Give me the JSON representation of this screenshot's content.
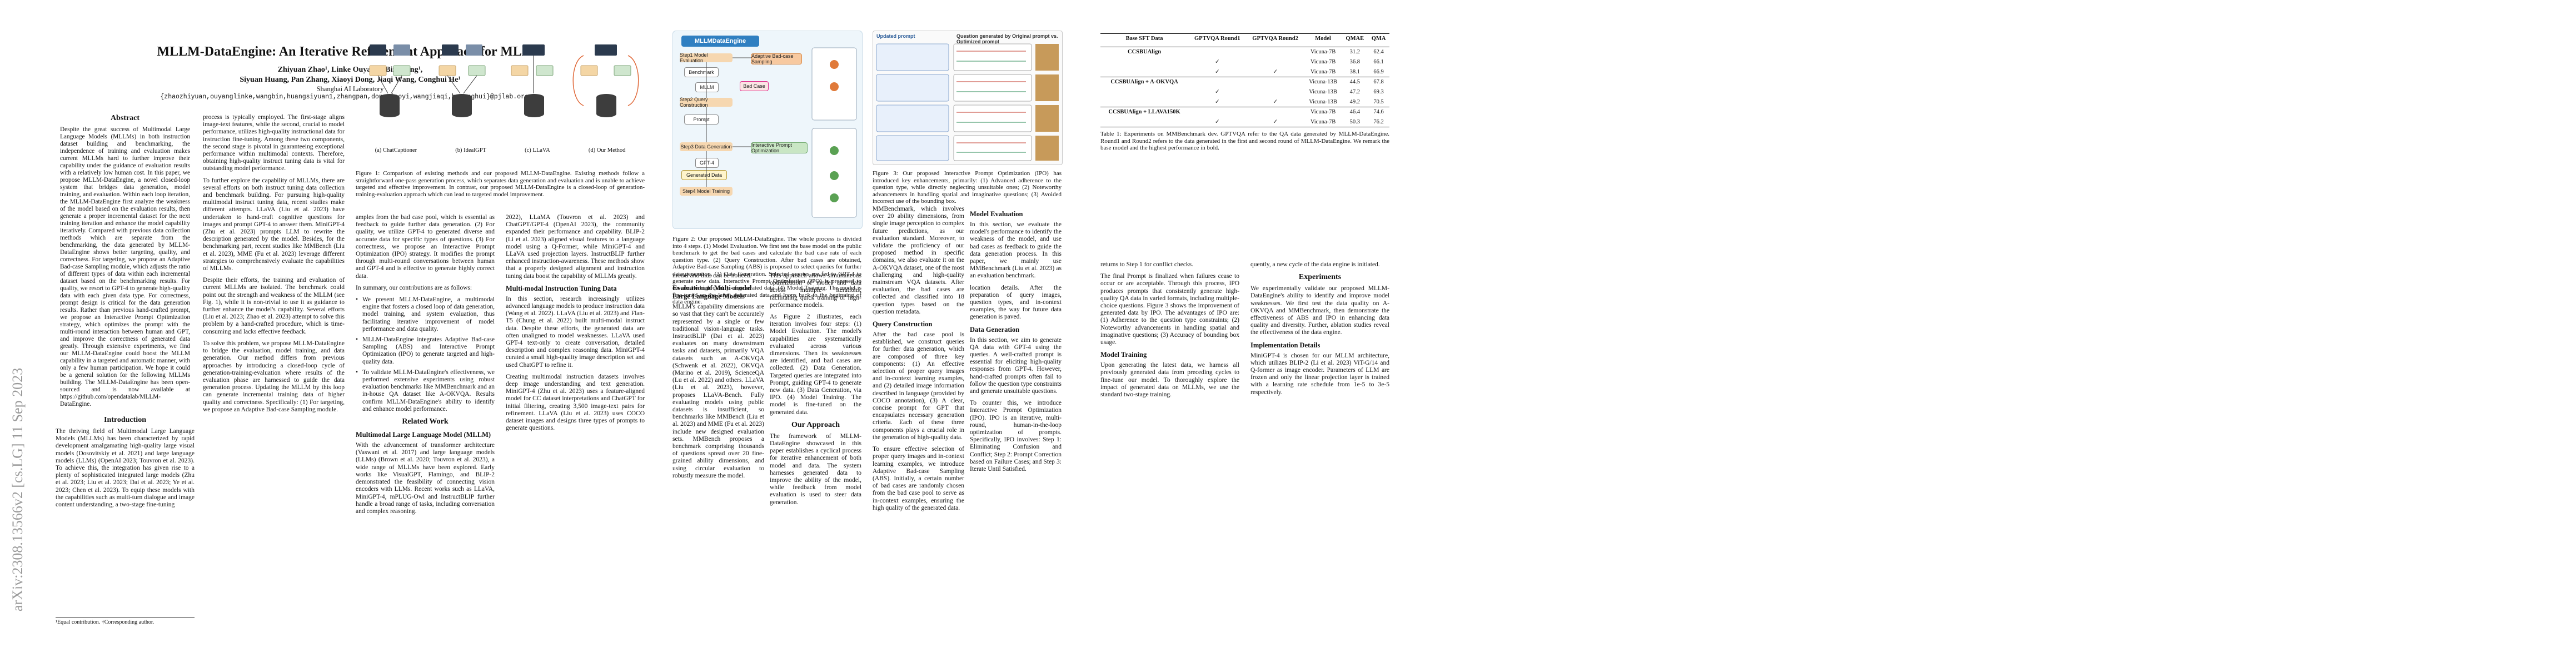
{
  "arxiv_stamp": "arXiv:2308.13566v2  [cs.LG]  11 Sep 2023",
  "page1": {
    "title": "MLLM-DataEngine: An Iterative Refinement Approach for MLLM",
    "authors_line1": "Zhiyuan Zhao¹, Linke Ouyang¹, Bin Wang¹,",
    "authors_line2": "Siyuan Huang, Pan Zhang, Xiaoyi Dong, Jiaqi Wang, Conghui He¹",
    "affiliation": "Shanghai AI Laboratory",
    "emails": "{zhaozhiyuan,ouyanglinke,wangbin,huangsiyuan1,zhangpan,dongxiaoyi,wangjiaqi,heconghui}@pjlab.org.cn",
    "abstract_heading": "Abstract",
    "abstract": "Despite the great success of Multimodal Large Language Models (MLLMs) in both instruction dataset building and benchmarking, the independence of training and evaluation makes current MLLMs hard to further improve their capability under the guidance of evaluation results with a relatively low human cost. In this paper, we propose MLLM-DataEngine, a novel closed-loop system that bridges data generation, model training, and evaluation. Within each loop iteration, the MLLM-DataEngine first analyze the weakness of the model based on the evaluation results, then generate a proper incremental dataset for the next training iteration and enhance the model capability iteratively. Compared with previous data collection methods which are separate from the benchmarking, the data generated by MLLM-DataEngine shows better targeting, quality, and correctness. For targeting, we propose an Adaptive Bad-case Sampling module, which adjusts the ratio of different types of data within each incremental dataset based on the benchmarking results. For quality, we resort to GPT-4 to generate high-quality data with each given data type. For correctness, prompt design is critical for the data generation results. Rather than previous hand-crafted prompt, we propose an Interactive Prompt Optimization strategy, which optimizes the prompt with the multi-round interaction between human and GPT, and improve the correctness of generated data greatly. Through extensive experiments, we find our MLLM-DataEngine could boost the MLLM capability in a targeted and automatic manner, with only a few human participation. We hope it could be a general solution for the following MLLMs building. The MLLM-DataEngine has been open-sourced and is now available at https://github.com/opendatalab/MLLM-DataEngine.",
    "intro_heading": "Introduction",
    "intro": "The thriving field of Multimodal Large Language Models (MLLMs) has been characterized by rapid development amalgamating high-quality large visual models (Dosovitskiy et al. 2021) and large language models (LLMs) (OpenAI 2023; Touvron et al. 2023). To achieve this, the integration has given rise to a plenty of sophisticated integrated large models (Zhu et al. 2023; Liu et al. 2023; Dai et al. 2023; Ye et al. 2023; Chen et al. 2023). To equip these models with the capabilities such as multi-turn dialogue and image content understanding, a two-stage fine-tuning",
    "footnote": "¹Equal contribution. †Corresponding author.",
    "col2_p1": "process is typically employed. The first-stage aligns image-text features, while the second, crucial to model performance, utilizes high-quality instructional data for instruction fine-tuning. Among these two components, the second stage is pivotal in guaranteeing exceptional performance within multimodal contexts. Therefore, obtaining high-quality instruct tuning data is vital for outstanding model performance.",
    "col2_p2": "To further explore the capability of MLLMs, there are several efforts on both instruct tuning data collection and benchmark building. For pursuing high-quality multimodal instruct tuning data, recent studies make different attempts. LLaVA (Liu et al. 2023) have undertaken to hand-craft cognitive questions for images and prompt GPT-4 to answer them. MiniGPT-4 (Zhu et al. 2023) prompts LLM to rewrite the description generated by the model. Besides, for the benchmarking part, recent studies like MMBench (Liu et al. 2023), MME (Fu et al. 2023) leverage different strategies to comprehensively evaluate the capabilities of MLLMs.",
    "col2_p3": "Despite their efforts, the training and evaluation of current MLLMs are isolated. The benchmark could point out the strength and weakness of the MLLM (see Fig. 1), while it is non-trivial to use it as guidance to further enhance the model's capability. Several efforts (Liu et al. 2023; Zhao et al. 2023) attempt to solve this problem by a hand-crafted procedure, which is time-consuming and lacks effective feedback.",
    "col2_p4": "To solve this problem, we propose MLLM-DataEngine to bridge the evaluation, model training, and data generation. Our method differs from previous approaches by introducing a closed-loop cycle of generation-training-evaluation where results of the evaluation phase are harnessed to guide the data generation process. Updating the MLLM by this loop can generate incremental training data of higher quality and correctness. Specifically: (1) For targeting, we propose an Adaptive Bad-case Sampling module.",
    "fig1_caption": "Figure 1: Comparison of existing methods and our proposed MLLM-DataEngine. Existing methods follow a straightforward one-pass generation process, which separates data generation and evaluation and is unable to achieve targeted and effective improvement. In contrast, our proposed MLLM-DataEngine is a closed-loop of generation-training-evaluation approach which can lead to targeted model improvement.",
    "fig1_sub": [
      "(a) ChatCaptioner",
      "(b) IdealGPT",
      "(c) LLaVA",
      "(d) Our Method"
    ],
    "col3_p1": "amples from the bad case pool, which is essential as feedback to guide further data generation. (2) For quality, we utilize GPT-4 to generated diverse and accurate data for specific types of questions. (3) For correctness, we propose an Interactive Prompt Optimization (IPO) strategy. It modifies the prompt through multi-round conversations between human and GPT-4 and is effective to generate highly correct data.",
    "col3_p2": "In summary, our contributions are as follows:",
    "col3_bullets": [
      "We present MLLM-DataEngine, a multimodal engine that fosters a closed loop of data generation, model training, and system evaluation, thus facilitating iterative improvement of model performance and data quality.",
      "MLLM-DataEngine integrates Adaptive Bad-case Sampling (ABS) and Interactive Prompt Optimization (IPO) to generate targeted and high-quality data.",
      "To validate MLLM-DataEngine's effectiveness, we performed extensive experiments using robust evaluation benchmarks like MMBenchmark and an in-house QA dataset like A-OKVQA. Results confirm MLLM-DataEngine's ability to identify and enhance model performance."
    ],
    "col3_related": "Related Work",
    "col3_sub1": "Multimodal Large Language Model (MLLM)",
    "col3_p3": "With the advancement of transformer architecture (Vaswani et al. 2017) and large language models (LLMs) (Brown et al. 2020; Touvron et al. 2023), a wide range of MLLMs have been explored. Early works like VisualGPT, Flamingo, and BLIP-2 demonstrated the feasibility of connecting vision encoders with LLMs. Recent works such as LLaVA, MiniGPT-4, mPLUG-Owl and InstructBLIP further handle a broad range of tasks, including conversation and complex reasoning."
  },
  "page2": {
    "col1_p1": "2022), LLaMA (Touvron et al. 2023) and ChatGPT/GPT-4 (OpenAI 2023), the community expanded their performance and capability. BLIP-2 (Li et al. 2023) aligned visual features to a language model using a Q-Former, while MiniGPT-4 and LLaVA used projection layers. InstructBLIP further enhanced instruction-awareness. These methods show that a properly designed alignment and instruction tuning data boost the capability of MLLMs greatly.",
    "col1_sub": "Multi-modal Instruction Tuning Data",
    "col1_p2": "In this section, research increasingly utilizes advanced language models to produce instruction data (Wang et al. 2022). LLaVA (Liu et al. 2023) and Flan-T5 (Chung et al. 2022) built multi-modal instruct data. Despite these efforts, the generated data are often unaligned to model weaknesses. LLaVA used GPT-4 text-only to create conversation, detailed description and complex reasoning data. MiniGPT-4 curated a small high-quality image description set and used ChatGPT to refine it.",
    "col1_p3": "Creating multimodal instruction datasets involves deep image understanding and text generation. MiniGPT-4 (Zhu et al. 2023) uses a feature-aligned model for CC dataset interpretations and ChatGPT for initial filtering, creating 3,500 image-text pairs for refinement. LLaVA (Liu et al. 2023) uses COCO dataset images and designs three types of prompts to generate questions.",
    "col2_p1": "model and thus can be noticed.",
    "col2_sub": "Evaluation of Multi-modal Large Language Models",
    "col2_p2": "MLLM's capability dimensions are so vast that they can't be accurately represented by a single or few traditional vision-language tasks. InstructBLIP (Dai et al. 2023) evaluates on many downstream tasks and datasets, primarily VQA datasets such as A-OKVQA (Schwenk et al. 2022), OKVQA (Marino et al. 2019), ScienceQA (Lu et al. 2022) and others. LLaVA (Liu et al. 2023), however, proposes LLaVA-Bench. Fully evaluating models using public datasets is insufficient, so benchmarks like MMBench (Liu et al. 2023) and MME (Fu et al. 2023) include new designed evaluation sets. MMBench proposes a benchmark comprising thousands of questions spread over 20 fine-grained ability dimensions, and using circular evaluation to robustly measure the model.",
    "col3_p1": "This approach allows simultaneous optimization of model and data across multiple iterations, facilitating quick training of high-performance models.",
    "col3_p2": "As Figure 2 illustrates, each iteration involves four steps: (1) Model Evaluation. The model's capabilities are systematically evaluated across various dimensions. Then its weaknesses are identified, and bad cases are collected. (2) Data Generation. Targeted queries are integrated into Prompt, guiding GPT-4 to generate new data. (3) Data Generation, via IPO. (4) Model Training. The model is fine-tuned on the generated data.",
    "col3_sub": "Our Approach",
    "col3_p3": "The framework of MLLM-DataEngine showcased in this paper establishes a cyclical process for iterative enhancement of both model and data. The system harnesses generated data to improve the ability of the model, while feedback from model evaluation is used to steer data generation."
  },
  "fig2_caption": "Figure 2: Our proposed MLLM-DataEngine. The whole process is divided into 4 steps. (1) Model Evaluation. We first test the base model on the public benchmark to get the bad cases and calculate the bad case rate of each question type. (2) Query Construction. After bad cases are obtained, Adaptive Bad-case Sampling (ABS) is proposed to select queries for further data generation. (3) Data Generation. Selected queries are fed to GPT-4 to generate new data. Interactive Prompt Optimization (IPO) is proposed to ensure the high quality of generated data. (4) Model Training. The model is fine-tuned on the latest generated data and loops back to the beginning of data engine.",
  "fig2": {
    "title": "MLLMDataEngine",
    "labels": [
      "Step1 Model Evaluation",
      "Step2 Query Construction",
      "Step3 Data Generation",
      "Step4 Model Training",
      "Adaptive Bad-case Sampling",
      "Interactive Prompt Optimization",
      "Bad Case",
      "Benchmark",
      "MLLM",
      "GPT-4",
      "Prompt",
      "Generated Data"
    ]
  },
  "fig3": {
    "heading_left": "Updated prompt",
    "heading_mid": "Question generated by Original prompt vs. Optimized prompt",
    "caption": "Figure 3: Our proposed Interactive Prompt Optimization (IPO) has introduced key enhancements, primarily: (1) Advanced adherence to the question type, while directly neglecting unsuitable ones; (2) Noteworthy advancements in handling spatial and imaginative questions; (3) Avoided incorrect use of the bounding box."
  },
  "page3": {
    "col1_p1": "MMBenchmark, which involves over 20 ability dimensions, from single image perception to complex future predictions, as our evaluation standard. Moreover, to validate the proficiency of our proposed method in specific domains, we also evaluate it on the A-OKVQA dataset, one of the most challenging and high-quality mainstream VQA datasets. After evaluation, the bad cases are collected and classified into 18 question types based on the question metadata.",
    "col1_sub": "Query Construction",
    "col1_p2": "After the bad case pool is established, we construct queries for further data generation, which are composed of three key components: (1) An effective selection of proper query images and in-context learning examples, and (2) detailed image information described in language (provided by COCO annotation), (3) A clear, concise prompt for GPT that encapsulates necessary generation criteria. Each of these three components plays a crucial role in the generation of high-quality data.",
    "col1_p3": "To ensure effective selection of proper query images and in-context learning examples, we introduce Adaptive Bad-case Sampling (ABS). Initially, a certain number of bad cases are randomly chosen from the bad case pool to serve as in-context examples, ensuring the high quality of the generated data.",
    "col2_sub": "Model Evaluation",
    "col2_p1": "In this section, we evaluate the model's performance to identify the weakness of the model, and use bad cases as feedback to guide the data generation process. In this paper, we mainly use MMBenchmark (Liu et al. 2023) as an evaluation benchmark.",
    "col3_p1": "location details. After the preparation of query images, question types, and in-context examples, the way for future data generation is paved.",
    "col3_sub": "Data Generation",
    "col3_p2": "In this section, we aim to generate QA data with GPT-4 using the queries. A well-crafted prompt is essential for eliciting high-quality responses from GPT-4. However, hand-crafted prompts often fail to follow the question type constraints and generate unsuitable questions.",
    "col3_p3": "To counter this, we introduce Interactive Prompt Optimization (IPO). IPO is an iterative, multi-round, human-in-the-loop optimization of prompts. Specifically, IPO involves: Step 1: Eliminating Confusion and Conflict; Step 2: Prompt Correction based on Failure Cases; and Step 3: Iterate Until Satisfied."
  },
  "table1": {
    "headers": [
      "Base SFT Data",
      "GPTVQA Round1",
      "GPTVQA Round2",
      "Model",
      "QMAE",
      "QMA"
    ],
    "rows": [
      [
        "CCSBUAlign",
        "",
        "",
        "Vicuna-7B",
        "31.2",
        "62.4"
      ],
      [
        "",
        "✓",
        "",
        "Vicuna-7B",
        "36.8",
        "66.1"
      ],
      [
        "",
        "✓",
        "✓",
        "Vicuna-7B",
        "38.1",
        "66.9"
      ],
      [
        "CCSBUAlign + A-OKVQA",
        "",
        "",
        "Vicuna-13B",
        "44.5",
        "67.8"
      ],
      [
        "",
        "✓",
        "",
        "Vicuna-13B",
        "47.2",
        "69.3"
      ],
      [
        "",
        "✓",
        "✓",
        "Vicuna-13B",
        "49.2",
        "70.5"
      ],
      [
        "CCSBUAlign + LLAVA150K",
        "",
        "",
        "Vicuna-7B",
        "46.4",
        "74.6"
      ],
      [
        "",
        "✓",
        "✓",
        "Vicuna-7B",
        "50.3",
        "76.2"
      ]
    ],
    "caption": "Table 1: Experiments on MMBenchmark dev. GPTVQA refer to the QA data generated by MLLM-DataEngine. Round1 and Round2 refers to the data generated in the first and second round of MLLM-DataEngine. We remark the base model and the highest performance in bold."
  },
  "page4": {
    "col1_p1": "returns to Step 1 for conflict checks.",
    "col1_p2": "The final Prompt is finalized when failures cease to occur or are acceptable. Through this process, IPO produces prompts that consistently generate high-quality QA data in varied formats, including multiple-choice questions. Figure 3 shows the improvement of generated data by IPO. The advantages of IPO are: (1) Adherence to the question type constraints; (2) Noteworthy advancements in handling spatial and imaginative questions; (3) Accuracy of bounding box usage.",
    "col1_sub": "Model Training",
    "col1_p3": "Upon generating the latest data, we harness all previously generated data from preceding cycles to fine-tune our model. To thoroughly explore the impact of generated data on MLLMs, we use the standard two-stage training.",
    "col2_p1": "quently, a new cycle of the data engine is initiated.",
    "col2_sec": "Experiments",
    "col2_p2": "We experimentally validate our proposed MLLM-DataEngine's ability to identify and improve model weaknesses. We first test the data quality on A-OKVQA and MMBenchmark, then demonstrate the effectiveness of ABS and IPO in enhancing data quality and diversity. Further, ablation studies reveal the effectiveness of the data engine.",
    "col2_sub": "Implementation Details",
    "col2_p3": "MiniGPT-4 is chosen for our MLLM architecture, which utilizes BLIP-2 (Li et al. 2023) ViT-G/14 and Q-former as image encoder. Parameters of LLM are frozen and only the linear projection layer is trained with a learning rate schedule from 1e-5 to 3e-5 respectively."
  }
}
